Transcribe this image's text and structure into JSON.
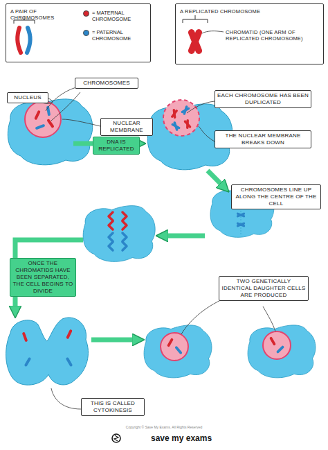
{
  "diagram": {
    "nodes": [
      {
        "text": [
          "A PAIR OF CHROMOSOMES"
        ]
      },
      {
        "text": [
          "A REPLICATED CHROMOSOME",
          "CHROMATID (ONE ARM OF REPLICATED CHROMOSOME)"
        ]
      },
      {
        "text": [
          "CHROMOSOMES"
        ]
      },
      {
        "text": [
          "NUCLEUS"
        ]
      },
      {
        "text": [
          "NUCLEAR MEMBRANE"
        ]
      },
      {
        "text": [
          "DNA IS REPLICATED"
        ]
      },
      {
        "text": [
          "EACH CHROMOSOME HAS BEEN DUPLICATED"
        ]
      },
      {
        "text": [
          "THE NUCLEAR MEMBRANE BREAKS DOWN"
        ]
      },
      {
        "text": [
          "CHROMOSOMES LINE UP ALONG THE CENTRE OF THE CELL"
        ]
      },
      {
        "text": [
          "ONCE THE CHROMATIDS HAVE BEEN SEPARATED, THE CELL BEGINS TO DIVIDE"
        ]
      },
      {
        "text": [
          "TWO GENETICALLY IDENTICAL DAUGHTER CELLS ARE PRODUCED"
        ]
      },
      {
        "text": [
          "THIS IS CALLED CYTOKINESIS"
        ]
      }
    ],
    "labels": [
      "Copyright © Save My Exams. All Rights Reserved",
      "save my exams"
    ],
    "legend": [
      {
        "text": "= MATERNAL CHROMOSOME",
        "color": "#d7262e"
      },
      {
        "text": "= PATERNAL CHROMOSOME",
        "color": "#2b86c9"
      }
    ]
  }
}
